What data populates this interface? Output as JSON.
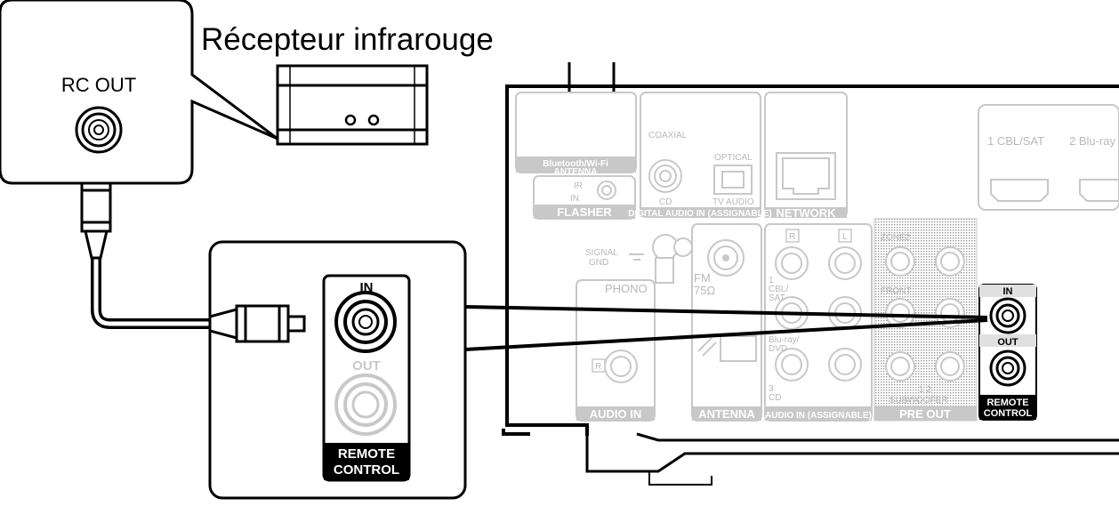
{
  "title": "Récepteur infrarouge",
  "callout": {
    "rc_out": "RC OUT"
  },
  "remote_panel_zoom": {
    "in": "IN",
    "out": "OUT",
    "label_line1": "REMOTE",
    "label_line2": "CONTROL"
  },
  "receiver": {
    "bt_antenna_line1": "Bluetooth/Wi-Fi",
    "bt_antenna_line2": "ANTENNA",
    "ir": "IR",
    "in": "IN",
    "flasher": "FLASHER",
    "coaxial": "COAXIAL",
    "cd": "CD",
    "optical": "OPTICAL",
    "tv_audio": "TV AUDIO",
    "digital_audio_in": "DIGITAL AUDIO IN (ASSIGNABLE)",
    "network": "NETWORK",
    "hdmi_1": "1 CBL/SAT",
    "hdmi_2": "2 Blu-ray",
    "signal": "SIGNAL",
    "gnd": "GND",
    "phono": "PHONO",
    "fm": "FM",
    "ohm": "75Ω",
    "r": "R",
    "l": "L",
    "cbl_1": "1",
    "cbl_2": "CBL/",
    "cbl_3": "SAT",
    "bd_1": "Blu-ray/",
    "bd_2": "DVD",
    "cd_num": "3",
    "cd_lbl": "CD",
    "audio_in": "AUDIO IN",
    "antenna": "ANTENNA",
    "audio_in_assignable": "AUDIO IN (ASSIGNABLE)",
    "zone2": "ZONE2",
    "front": "FRONT",
    "sub_nums": "1  2",
    "subwoofer": "SUBWOOFER",
    "pre_out": "PRE OUT",
    "rc_in": "IN",
    "rc_out": "OUT",
    "rc_label1": "REMOTE",
    "rc_label2": "CONTROL"
  }
}
